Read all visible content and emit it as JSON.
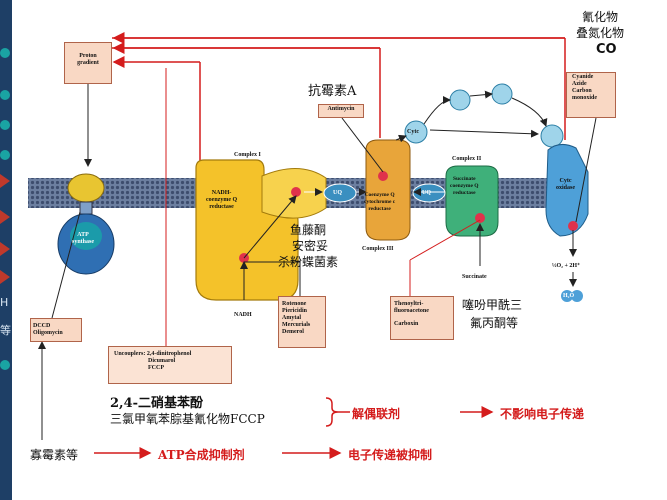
{
  "top_right": {
    "line1": "氰化物",
    "line2": "叠氮化物",
    "line3": "CO"
  },
  "boxes": {
    "proton_gradient": [
      "Proton",
      "gradient"
    ],
    "antimycin": "Antimycin",
    "cyanide": [
      "Cyanide",
      "Azide",
      "Carbon",
      "monoxide"
    ],
    "dccd": [
      "DCCD",
      "Oligomycin"
    ],
    "uncouplers": [
      "Uncouplers: 2,4-dinitrophenol",
      "Dicumarol",
      "FCCP"
    ],
    "rotenone": [
      "Rotenone",
      "Piericidin",
      "Amytal",
      "Mercurials",
      "Demerol"
    ],
    "thenoyl": [
      "Thenoyltri-",
      "fluoroacetone",
      "Carboxin"
    ]
  },
  "labels": {
    "antimycin_cn": "抗霉素A",
    "complex1": "Complex I",
    "complex2": "Complex II",
    "complex3": "Complex III",
    "nadh_reductase": [
      "NADH-",
      "coenzyme Q",
      "reductase"
    ],
    "coenzyme_q_cyt": [
      "Coenzyme Q",
      "cytochrome c",
      "reductase"
    ],
    "succinate_reductase": [
      "Succinate",
      "coenzyme Q",
      "reductase"
    ],
    "cytc_oxidase": [
      "Cytc",
      "oxidase"
    ],
    "atp_synthase": [
      "ATP",
      "synthase"
    ],
    "uq1": "UQ",
    "uq2": "UQ",
    "cytc": "Cytc",
    "nadh": "NADH",
    "succinate": "Succinate",
    "o2": "½O₂ + 2H⁺",
    "h2o": "H₂O",
    "rotenone_cn": [
      "鱼藤酮",
      "安密妥",
      "杀粉蝶菌素"
    ],
    "thenoyl_cn": [
      "噻吩甲酰三",
      "氟丙酮等"
    ]
  },
  "bottom": {
    "dnp": "2,4-二硝基苯酚",
    "fccp": "三氯甲氧苯腙基氰化物FCCP",
    "uncoupler": "解偶联剂",
    "no_effect": "不影响电子传递",
    "oligomycin": "寡霉素等",
    "atp_inhibitor": "ATP合成抑制剂",
    "etc_inhibited": "电子传递被抑制"
  }
}
